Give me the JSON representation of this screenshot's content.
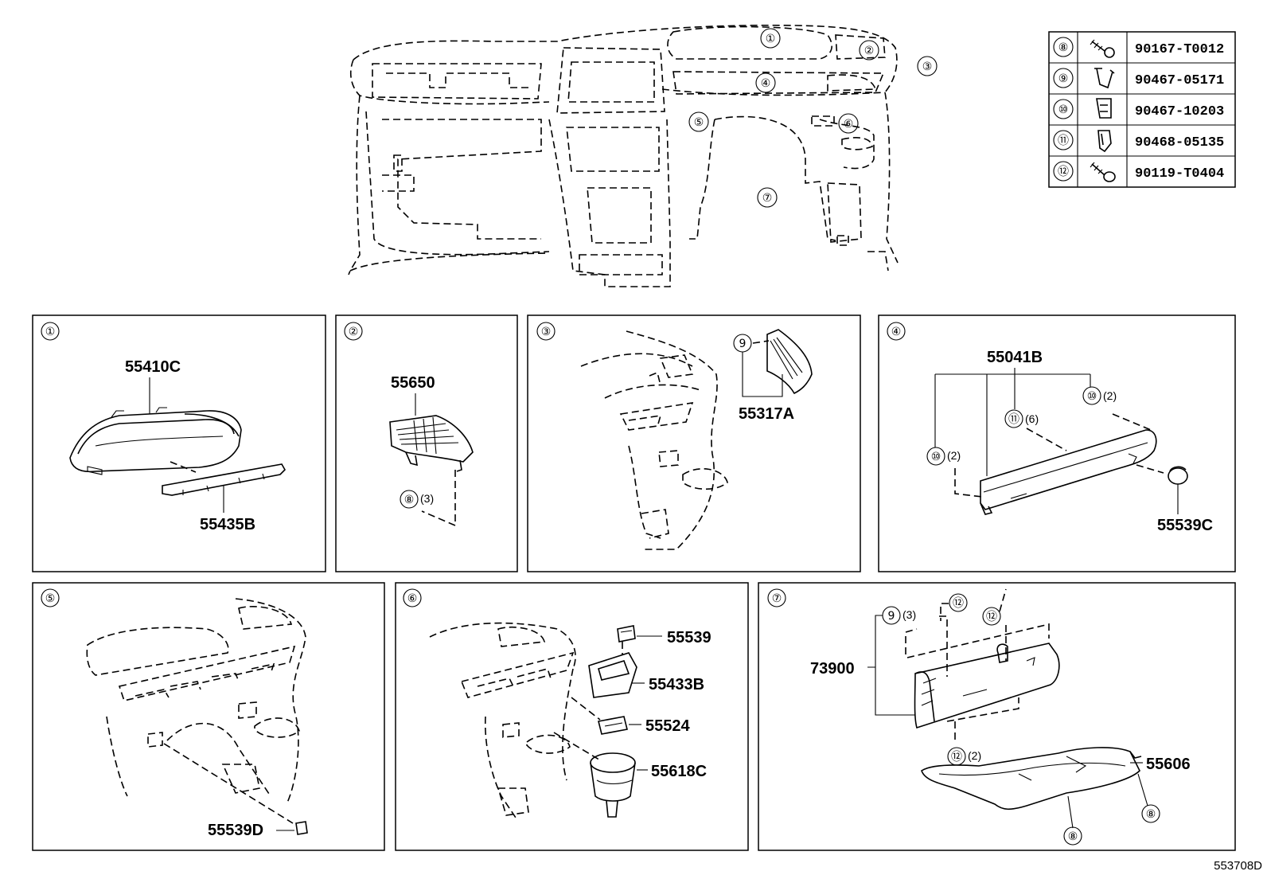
{
  "overview": {
    "callouts": [
      "①",
      "②",
      "③",
      "④",
      "⑤",
      "⑥",
      "⑦"
    ]
  },
  "fastener_table": {
    "rows": [
      {
        "ref": "⑧",
        "icon": "screw-icon",
        "part": "90167-T0012"
      },
      {
        "ref": "⑨",
        "icon": "clip-icon",
        "part": "90467-05171"
      },
      {
        "ref": "⑩",
        "icon": "clip-icon",
        "part": "90467-10203"
      },
      {
        "ref": "⑪",
        "icon": "clip-icon",
        "part": "90468-05135"
      },
      {
        "ref": "⑫",
        "icon": "screw-icon",
        "part": "90119-T0404"
      }
    ]
  },
  "panels": {
    "p1": {
      "ref": "①",
      "labels": [
        "55410C",
        "55435B"
      ]
    },
    "p2": {
      "ref": "②",
      "labels": [
        "55650"
      ],
      "fasteners": [
        {
          "ref": "⑧",
          "qty": "(3)"
        }
      ]
    },
    "p3": {
      "ref": "③",
      "labels": [
        "55317A"
      ],
      "fasteners": [
        {
          "ref": "9"
        }
      ]
    },
    "p4": {
      "ref": "④",
      "labels": [
        "55041B",
        "55539C"
      ],
      "fasteners": [
        {
          "ref": "⑩",
          "qty": "(2)"
        },
        {
          "ref": "⑪",
          "qty": "(6)"
        },
        {
          "ref": "⑩",
          "qty": "(2)"
        }
      ]
    },
    "p5": {
      "ref": "⑤",
      "labels": [
        "55539D"
      ]
    },
    "p6": {
      "ref": "⑥",
      "labels": [
        "55539",
        "55433B",
        "55524",
        "55618C"
      ]
    },
    "p7": {
      "ref": "⑦",
      "labels": [
        "73900",
        "55606"
      ],
      "fasteners": [
        {
          "ref": "9",
          "qty": "(3)"
        },
        {
          "ref": "⑫"
        },
        {
          "ref": "⑫"
        },
        {
          "ref": "⑫",
          "qty": "(2)"
        },
        {
          "ref": "⑧"
        },
        {
          "ref": "⑧"
        }
      ]
    }
  },
  "drawing_code": "553708D"
}
